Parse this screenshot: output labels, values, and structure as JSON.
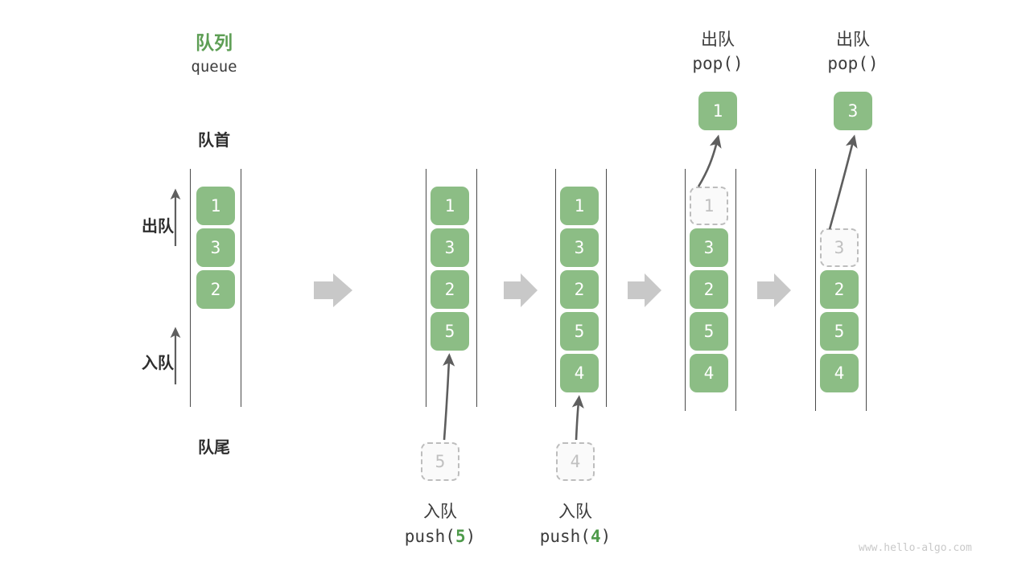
{
  "meta": {
    "watermark": "www.hello-algo.com"
  },
  "title": {
    "cn": "队列",
    "en": "queue"
  },
  "labels": {
    "front": "队首",
    "rear": "队尾",
    "dequeue": "出队",
    "enqueue": "入队"
  },
  "colors": {
    "accent_green": "#5d9e54",
    "element_fill": "#8cbd85",
    "element_text": "#ffffff",
    "ghost_fill": "#fafafa",
    "ghost_border": "#bdbdbd",
    "ghost_text": "#c0c0c0",
    "rail": "#4a4a4a",
    "arrow": "#5e5e5e",
    "connector": "#c8c8c8",
    "text_dark": "#3c3c3c",
    "watermark": "#c9c9c9"
  },
  "frames": [
    {
      "id": "frame-1",
      "cells": [
        {
          "value": "1",
          "state": "solid"
        },
        {
          "value": "3",
          "state": "solid"
        },
        {
          "value": "2",
          "state": "solid"
        }
      ],
      "top_label_cn": "",
      "top_label_code": "",
      "bottom_label_cn": "",
      "bottom_label_code": "",
      "floating_cell": null,
      "incoming_cell": null
    },
    {
      "id": "frame-2",
      "cells": [
        {
          "value": "1",
          "state": "solid"
        },
        {
          "value": "3",
          "state": "solid"
        },
        {
          "value": "2",
          "state": "solid"
        },
        {
          "value": "5",
          "state": "solid"
        }
      ],
      "top_label_cn": "",
      "top_label_code": "",
      "bottom_label_cn": "入队",
      "bottom_label_code_prefix": "push(",
      "bottom_label_code_num": "5",
      "bottom_label_code_suffix": ")",
      "floating_cell": null,
      "incoming_cell": {
        "value": "5",
        "state": "ghost"
      }
    },
    {
      "id": "frame-3",
      "cells": [
        {
          "value": "1",
          "state": "solid"
        },
        {
          "value": "3",
          "state": "solid"
        },
        {
          "value": "2",
          "state": "solid"
        },
        {
          "value": "5",
          "state": "solid"
        },
        {
          "value": "4",
          "state": "solid"
        }
      ],
      "top_label_cn": "",
      "top_label_code": "",
      "bottom_label_cn": "入队",
      "bottom_label_code_prefix": "push(",
      "bottom_label_code_num": "4",
      "bottom_label_code_suffix": ")",
      "floating_cell": null,
      "incoming_cell": {
        "value": "4",
        "state": "ghost"
      }
    },
    {
      "id": "frame-4",
      "cells": [
        {
          "value": "1",
          "state": "ghost"
        },
        {
          "value": "3",
          "state": "solid"
        },
        {
          "value": "2",
          "state": "solid"
        },
        {
          "value": "5",
          "state": "solid"
        },
        {
          "value": "4",
          "state": "solid"
        }
      ],
      "top_label_cn": "出队",
      "top_label_code": "pop()",
      "bottom_label_cn": "",
      "bottom_label_code": "",
      "floating_cell": {
        "value": "1",
        "state": "solid"
      },
      "incoming_cell": null
    },
    {
      "id": "frame-5",
      "cells": [
        {
          "value": "",
          "state": "empty"
        },
        {
          "value": "3",
          "state": "ghost"
        },
        {
          "value": "2",
          "state": "solid"
        },
        {
          "value": "5",
          "state": "solid"
        },
        {
          "value": "4",
          "state": "solid"
        }
      ],
      "top_label_cn": "出队",
      "top_label_code": "pop()",
      "bottom_label_cn": "",
      "bottom_label_code": "",
      "floating_cell": {
        "value": "3",
        "state": "solid"
      },
      "incoming_cell": null
    }
  ],
  "connectors": [
    {
      "name": "connector-1-2"
    },
    {
      "name": "connector-2-3"
    },
    {
      "name": "connector-3-4"
    },
    {
      "name": "connector-4-5"
    }
  ]
}
